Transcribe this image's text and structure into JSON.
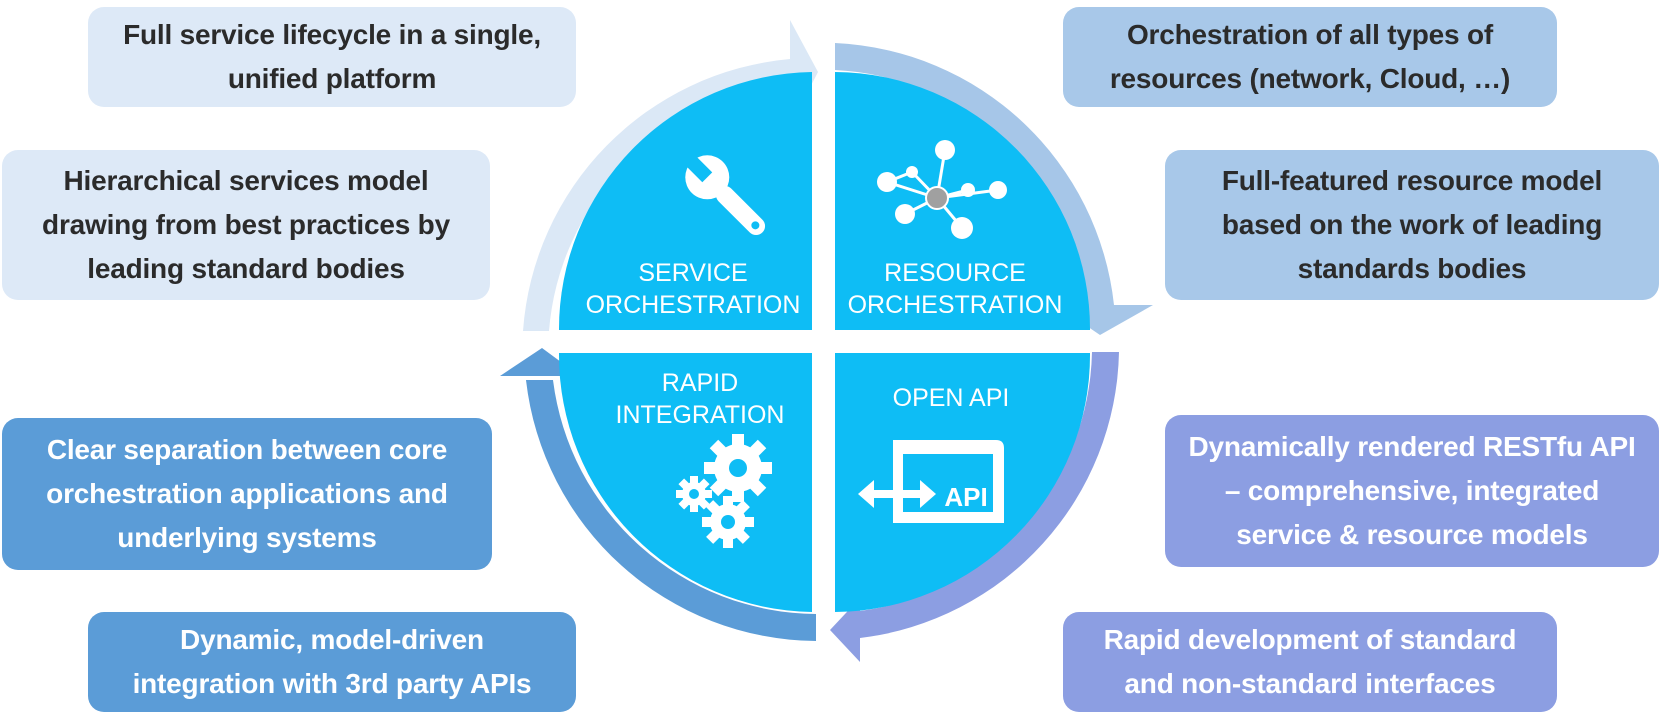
{
  "colors": {
    "quadrant": "#0ebdf5",
    "arrow_top_left": "#dbe8f6",
    "arrow_top_right": "#a6c6e8",
    "arrow_bottom_right": "#8c9ee2",
    "arrow_bottom_left": "#5b9cd7"
  },
  "quadrants": {
    "service": {
      "line1": "SERVICE",
      "line2": "ORCHESTRATION",
      "icon": "wrench-icon"
    },
    "resource": {
      "line1": "RESOURCE",
      "line2": "ORCHESTRATION",
      "icon": "network-nodes-icon"
    },
    "integration": {
      "line1": "RAPID",
      "line2": "INTEGRATION",
      "icon": "gears-icon"
    },
    "api": {
      "line1": "OPEN API",
      "icon": "api-icon",
      "icon_text": "API"
    }
  },
  "boxes": {
    "top_left_1": "Full service lifecycle in a single,\nunified platform",
    "top_left_2": "Hierarchical services model\ndrawing from best practices by\nleading standard bodies",
    "bottom_left_1": "Clear separation between core\norchestration applications and\nunderlying systems",
    "bottom_left_2": "Dynamic, model-driven\nintegration with 3rd party APIs",
    "top_right_1": "Orchestration of all types of\nresources (network, Cloud, …)",
    "top_right_2": "Full-featured resource model\nbased on the work of leading\nstandards bodies",
    "bottom_right_1": "Dynamically rendered RESTfu API\n– comprehensive, integrated\nservice & resource models",
    "bottom_right_2": "Rapid development of standard\nand non-standard interfaces"
  }
}
